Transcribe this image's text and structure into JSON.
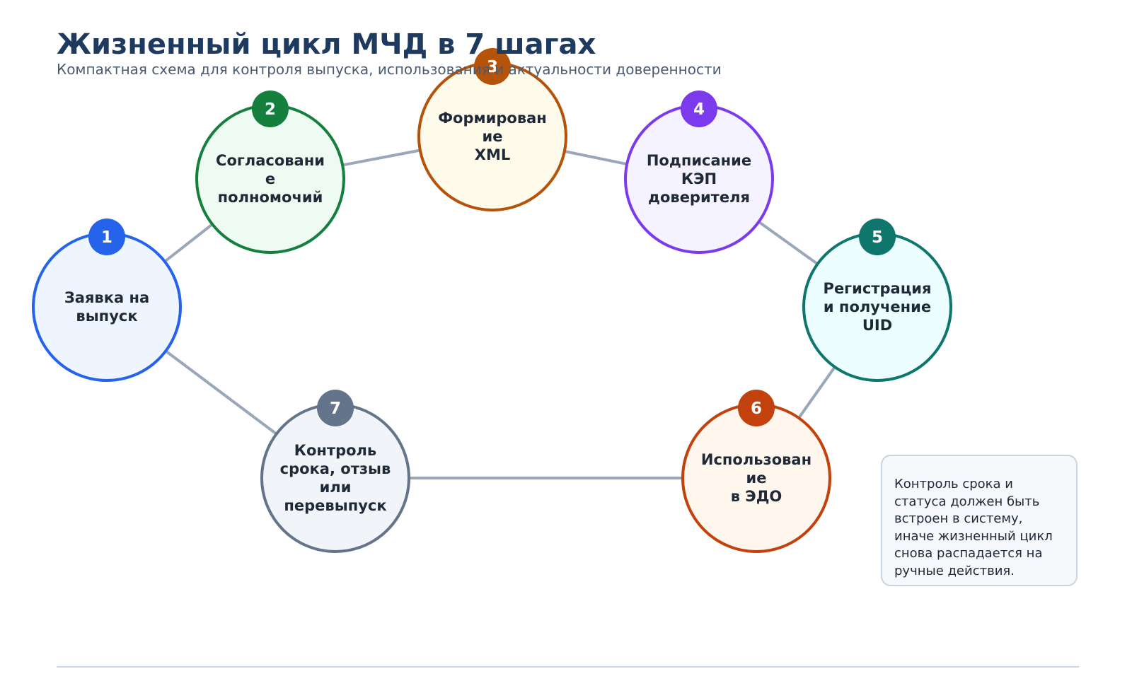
{
  "header": {
    "title": "Жизненный цикл МЧД в 7 шагах",
    "subtitle": "Компактная схема для контроля выпуска, использования и актуальности доверенности"
  },
  "steps": [
    {
      "number": "1",
      "lines": [
        "Заявка на",
        "выпуск"
      ],
      "color": "#2563eb",
      "fill": "#eff5ff"
    },
    {
      "number": "2",
      "lines": [
        "Согласовани",
        "е",
        "полномочий"
      ],
      "color": "#15803d",
      "fill": "#edfbf2"
    },
    {
      "number": "3",
      "lines": [
        "Формирован",
        "ие",
        "XML"
      ],
      "color": "#b45309",
      "fill": "#fffbeb"
    },
    {
      "number": "4",
      "lines": [
        "Подписание",
        "КЭП",
        "доверителя"
      ],
      "color": "#7c3aed",
      "fill": "#f5f3ff"
    },
    {
      "number": "5",
      "lines": [
        "Регистрация",
        "и получение",
        "UID"
      ],
      "color": "#0f766e",
      "fill": "#ecfeff"
    },
    {
      "number": "6",
      "lines": [
        "Использован",
        "ие",
        "в ЭДО"
      ],
      "color": "#c2410c",
      "fill": "#fff7ed"
    },
    {
      "number": "7",
      "lines": [
        "Контроль",
        "срока, отзыв",
        "или",
        "перевыпуск"
      ],
      "color": "#64748b",
      "fill": "#f1f5f9"
    }
  ],
  "connector_color": "#9aa7ba",
  "note": {
    "lines": [
      "Контроль срока и",
      "статуса должен быть",
      "встроен в систему,",
      "иначе жизненный цикл",
      "снова распадается на",
      "ручные действия."
    ]
  }
}
